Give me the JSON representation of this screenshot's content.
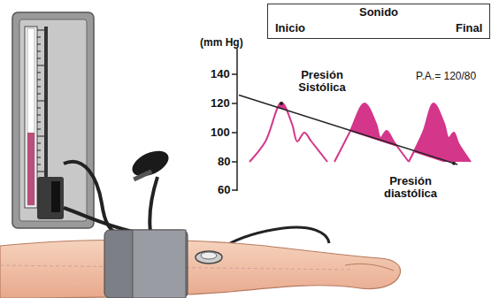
{
  "diagram": {
    "nodes": [
      {
        "text": [
          "Sonido",
          "Inicio",
          "Final"
        ]
      }
    ],
    "labels": [
      "(mm Hg)",
      "140",
      "120",
      "100",
      "80",
      "60",
      "Presión Sistólica",
      "P.A.= 120/80",
      "Presión diastólica"
    ]
  }
}
